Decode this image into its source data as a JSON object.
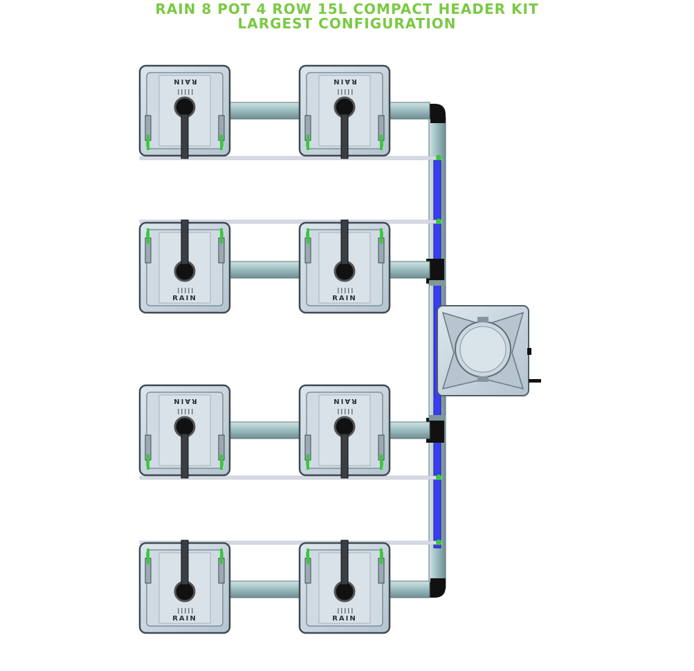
{
  "title": {
    "line1": "RAIN 8 POT 4 ROW 15L COMPACT HEADER KIT",
    "line2": "LARGEST CONFIGURATION"
  },
  "pot_brand": "RAIN",
  "layout": {
    "rows": 4,
    "pots_per_row": 2
  },
  "colors": {
    "title": "#7ac943",
    "pot_body": "#c9d6df",
    "pot_rim": "#e3eaf0",
    "pipe": "#a8c4c8",
    "feed_line": "#3a3cf0",
    "connector": "#111111",
    "drip_line": "#d7d9e4",
    "accent_green": "#33cc33"
  }
}
